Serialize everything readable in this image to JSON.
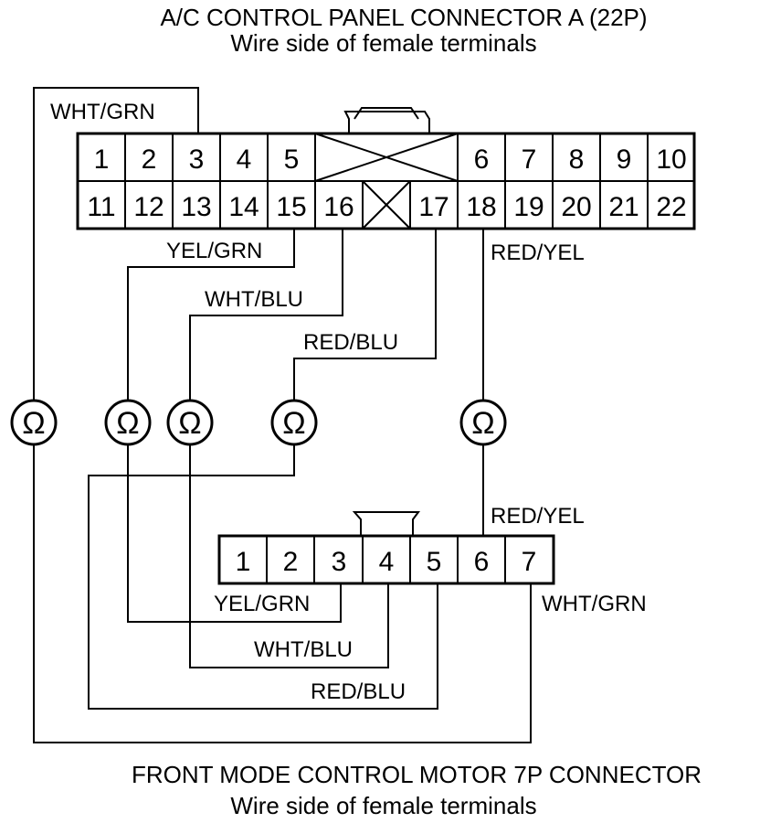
{
  "connector_a": {
    "title": "A/C CONTROL PANEL CONNECTOR A (22P)",
    "subtitle": "Wire side of female terminals",
    "top_row": [
      "1",
      "2",
      "3",
      "4",
      "5",
      "6",
      "7",
      "8",
      "9",
      "10"
    ],
    "bottom_row": [
      "11",
      "12",
      "13",
      "14",
      "15",
      "16",
      "17",
      "18",
      "19",
      "20",
      "21",
      "22"
    ]
  },
  "connector_b": {
    "title": "FRONT MODE CONTROL MOTOR 7P CONNECTOR",
    "subtitle": "Wire side of female terminals",
    "pins": [
      "1",
      "2",
      "3",
      "4",
      "5",
      "6",
      "7"
    ]
  },
  "wire_labels": {
    "wht_grn_a": "WHT/GRN",
    "yel_grn_a": "YEL/GRN",
    "wht_blu_a": "WHT/BLU",
    "red_blu_a": "RED/BLU",
    "red_yel_a": "RED/YEL",
    "red_yel_b": "RED/YEL",
    "wht_grn_b": "WHT/GRN",
    "yel_grn_b": "YEL/GRN",
    "wht_blu_b": "WHT/BLU",
    "red_blu_b": "RED/BLU"
  },
  "meter_symbol": "Ω"
}
